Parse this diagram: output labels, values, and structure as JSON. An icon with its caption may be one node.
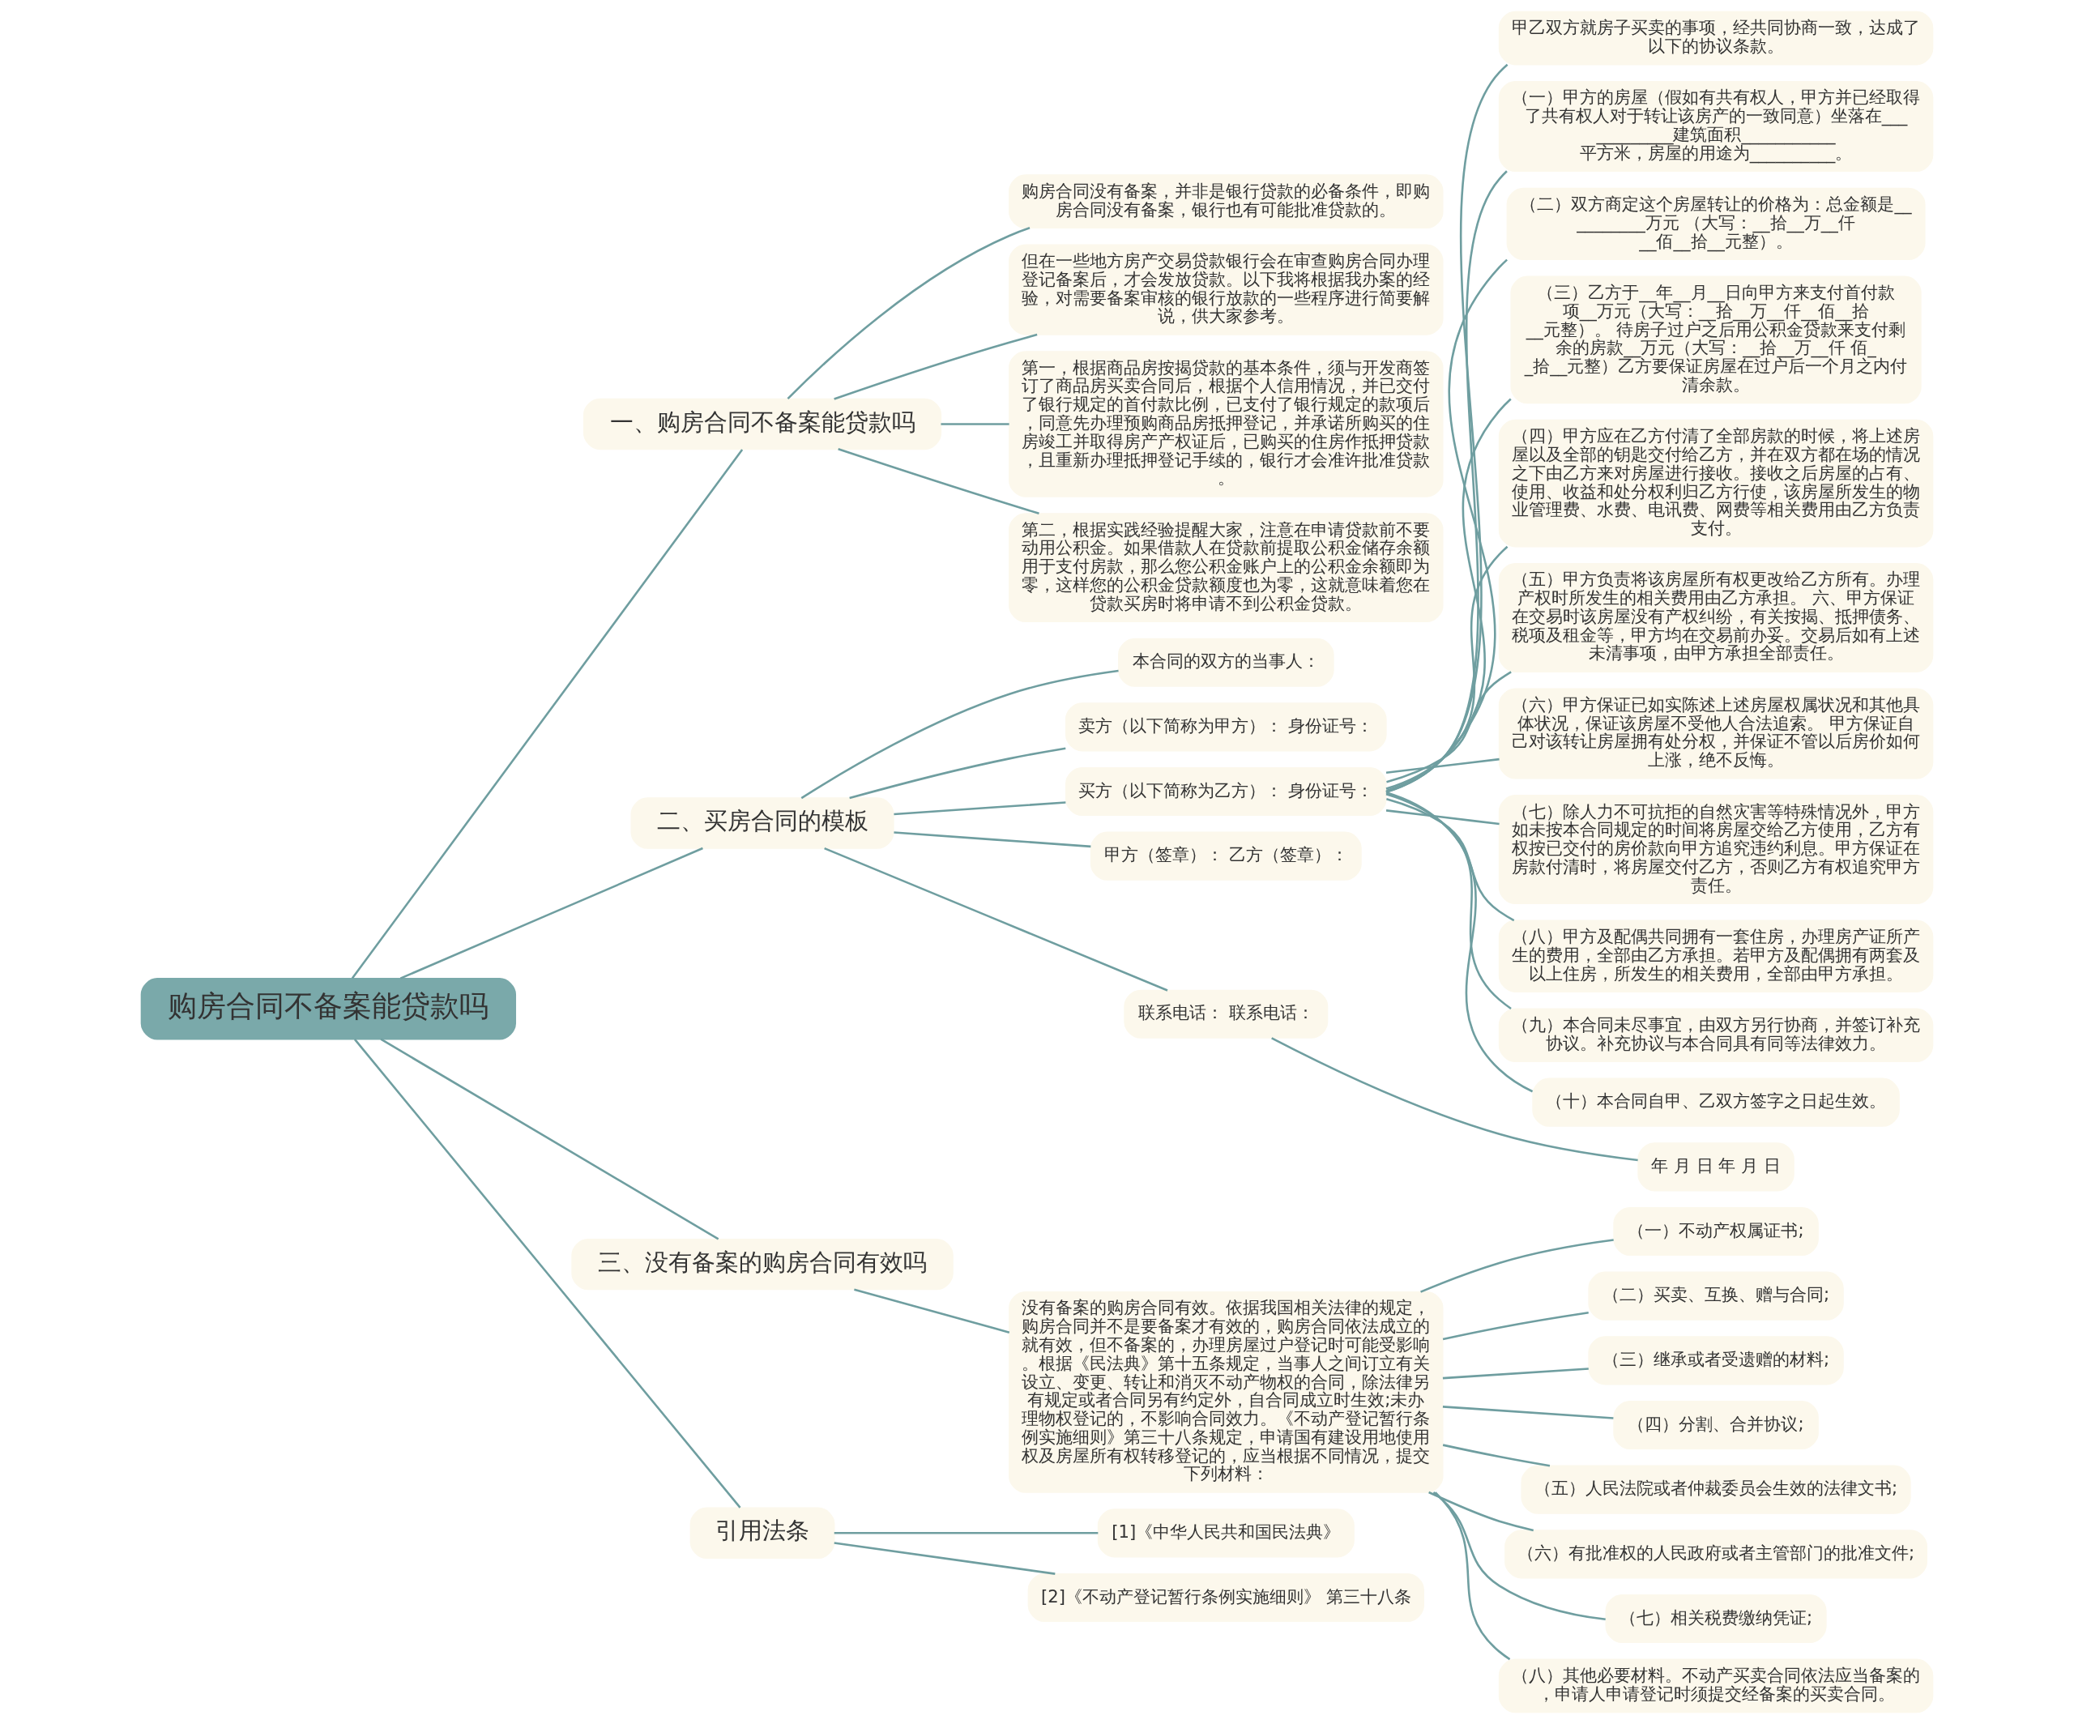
{
  "diagram": {
    "nodes": [
      {
        "text": [
          "购房合同不备案能贷款吗"
        ]
      },
      {
        "text": [
          "一、购房合同不备案能贷款吗"
        ]
      },
      {
        "text": [
          "购房合同没有备案，并非是银行贷款的必备条件，即购房合同没有备案，银行也有可能批准贷款的。"
        ]
      },
      {
        "text": [
          "但在一些地方房产交易贷款银行会在审查购房合同办理登记备案后，才会发放贷款。以下我将根据我办案的经验，对需要备案审核的银行放款的一些程序进行简要解说，供大家参考。"
        ]
      },
      {
        "text": [
          "第一，根据商品房按揭贷款的基本条件，须与开发商签订了商品房买卖合同后，根据个人信用情况，并已交付了银行规定的首付款比例，已支付了银行规定的款项后，同意先办理预购商品房抵押登记，并承诺所购买的住房竣工并取得房产产权证后，已购买的住房作抵押贷款，且重新办理抵押登记手续的，银行才会准许批准贷款。"
        ]
      },
      {
        "text": [
          "第二，根据实践经验提醒大家，注意在申请贷款前不要动用公积金。如果借款人在贷款前提取公积金储存余额用于支付房款，那么您公积金账户上的公积金余额即为零，这样您的公积金贷款额度也为零，这就意味着您在贷款买房时将申请不到公积金贷款。"
        ]
      },
      {
        "text": [
          "二、买房合同的模板"
        ]
      },
      {
        "text": [
          "本合同的双方的当事人："
        ]
      },
      {
        "text": [
          "卖方（以下简称为甲方）： 身份证号："
        ]
      },
      {
        "text": [
          "买方（以下简称为乙方）： 身份证号："
        ]
      },
      {
        "text": [
          "甲乙双方就房子买卖的事项，经共同协商一致，达成了以下的协议条款。"
        ]
      },
      {
        "text": [
          "（一）甲方的房屋（假如有共有权人，甲方并已经取得了共有权人对于转让该房产的一致同意）坐落在____________建筑面积___________平方米，房屋的用途为__________。"
        ]
      },
      {
        "text": [
          "（二）双方商定这个房屋转让的价格为：总金额是__________万元 （大写：__拾__万__仟__佰__拾__元整）。"
        ]
      },
      {
        "text": [
          "（三）乙方于__年__月__日向甲方来支付首付款项__万元（大写：__拾__万__仟__佰__拾__元整）。 待房子过户之后用公积金贷款来支付剩余的房款__万元（大写：__拾__万__仟 佰__拾__元整）乙方要保证房屋在过户后一个月之内付清余款。"
        ]
      },
      {
        "text": [
          "（四）甲方应在乙方付清了全部房款的时候，将上述房屋以及全部的钥匙交付给乙方，并在双方都在场的情况之下由乙方来对房屋进行接收。接收之后房屋的占有、使用、收益和处分权利归乙方行使，该房屋所发生的物业管理费、水费、电讯费、网费等相关费用由乙方负责支付。"
        ]
      },
      {
        "text": [
          "（五）甲方负责将该房屋所有权更改给乙方所有。办理产权时所发生的相关费用由乙方承担。 六、甲方保证在交易时该房屋没有产权纠纷，有关按揭、抵押债务、税项及租金等，甲方均在交易前办妥。交易后如有上述未清事项，由甲方承担全部责任。"
        ]
      },
      {
        "text": [
          "（六）甲方保证已如实陈述上述房屋权属状况和其他具体状况，保证该房屋不受他人合法追索。 甲方保证自己对该转让房屋拥有处分权，并保证不管以后房价如何上涨，绝不反悔。"
        ]
      },
      {
        "text": [
          "（七）除人力不可抗拒的自然灾害等特殊情况外，甲方如未按本合同规定的时间将房屋交给乙方使用，乙方有权按已交付的房价款向甲方追究违约利息。甲方保证在房款付清时，将房屋交付乙方，否则乙方有权追究甲方责任。"
        ]
      },
      {
        "text": [
          "（八）甲方及配偶共同拥有一套住房，办理房产证所产生的费用，全部由乙方承担。若甲方及配偶拥有两套及以上住房，所发生的相关费用，全部由甲方承担。"
        ]
      },
      {
        "text": [
          "（九）本合同未尽事宜，由双方另行协商，并签订补充协议。补充协议与本合同具有同等法律效力。"
        ]
      },
      {
        "text": [
          "（十）本合同自甲、乙双方签字之日起生效。"
        ]
      },
      {
        "text": [
          "甲方（签章）： 乙方（签章）："
        ]
      },
      {
        "text": [
          "联系电话： 联系电话："
        ]
      },
      {
        "text": [
          "年 月 日 年 月 日"
        ]
      },
      {
        "text": [
          "三、没有备案的购房合同有效吗"
        ]
      },
      {
        "text": [
          "没有备案的购房合同有效。依据我国相关法律的规定，购房合同并不是要备案才有效的，购房合同依法成立的就有效，但不备案的，办理房屋过户登记时可能受影响。根据《民法典》第十五条规定，当事人之间订立有关设立、变更、转让和消灭不动产物权的合同，除法律另有规定或者合同另有约定外，自合同成立时生效;未办理物权登记的，不影响合同效力。《不动产登记暂行条例实施细则》第三十八条规定，申请国有建设用地使用权及房屋所有权转移登记的，应当根据不同情况，提交下列材料："
        ]
      },
      {
        "text": [
          "（一）不动产权属证书;"
        ]
      },
      {
        "text": [
          "（二）买卖、互换、赠与合同;"
        ]
      },
      {
        "text": [
          "（三）继承或者受遗赠的材料;"
        ]
      },
      {
        "text": [
          "（四）分割、合并协议;"
        ]
      },
      {
        "text": [
          "（五）人民法院或者仲裁委员会生效的法律文书;"
        ]
      },
      {
        "text": [
          "（六）有批准权的人民政府或者主管部门的批准文件;"
        ]
      },
      {
        "text": [
          "（七）相关税费缴纳凭证;"
        ]
      },
      {
        "text": [
          "（八）其他必要材料。不动产买卖合同依法应当备案的，申请人申请登记时须提交经备案的买卖合同。"
        ]
      },
      {
        "text": [
          "引用法条"
        ]
      },
      {
        "text": [
          "[1]《中华人民共和国民法典》"
        ]
      },
      {
        "text": [
          "[2]《不动产登记暂行条例实施细则》 第三十八条"
        ]
      }
    ],
    "edges": [
      {
        "from": 0,
        "to": 1,
        "arrow": "none"
      },
      {
        "from": 1,
        "to": 2,
        "arrow": "none"
      },
      {
        "from": 1,
        "to": 3,
        "arrow": "none"
      },
      {
        "from": 1,
        "to": 4,
        "arrow": "none"
      },
      {
        "from": 1,
        "to": 5,
        "arrow": "none"
      },
      {
        "from": 0,
        "to": 6,
        "arrow": "none"
      },
      {
        "from": 6,
        "to": 7,
        "arrow": "none"
      },
      {
        "from": 6,
        "to": 8,
        "arrow": "none"
      },
      {
        "from": 6,
        "to": 9,
        "arrow": "none"
      },
      {
        "from": 9,
        "to": 10,
        "arrow": "none"
      },
      {
        "from": 9,
        "to": 11,
        "arrow": "none"
      },
      {
        "from": 9,
        "to": 12,
        "arrow": "none"
      },
      {
        "from": 9,
        "to": 13,
        "arrow": "none"
      },
      {
        "from": 9,
        "to": 14,
        "arrow": "none"
      },
      {
        "from": 9,
        "to": 15,
        "arrow": "none"
      },
      {
        "from": 9,
        "to": 16,
        "arrow": "none"
      },
      {
        "from": 9,
        "to": 17,
        "arrow": "none"
      },
      {
        "from": 9,
        "to": 18,
        "arrow": "none"
      },
      {
        "from": 9,
        "to": 19,
        "arrow": "none"
      },
      {
        "from": 9,
        "to": 20,
        "arrow": "none"
      },
      {
        "from": 6,
        "to": 21,
        "arrow": "none"
      },
      {
        "from": 6,
        "to": 22,
        "arrow": "none"
      },
      {
        "from": 22,
        "to": 23,
        "arrow": "none"
      },
      {
        "from": 0,
        "to": 24,
        "arrow": "none"
      },
      {
        "from": 24,
        "to": 25,
        "arrow": "none"
      },
      {
        "from": 25,
        "to": 26,
        "arrow": "none"
      },
      {
        "from": 25,
        "to": 27,
        "arrow": "none"
      },
      {
        "from": 25,
        "to": 28,
        "arrow": "none"
      },
      {
        "from": 25,
        "to": 29,
        "arrow": "none"
      },
      {
        "from": 25,
        "to": 30,
        "arrow": "none"
      },
      {
        "from": 25,
        "to": 31,
        "arrow": "none"
      },
      {
        "from": 25,
        "to": 32,
        "arrow": "none"
      },
      {
        "from": 25,
        "to": 33,
        "arrow": "none"
      },
      {
        "from": 0,
        "to": 34,
        "arrow": "none"
      },
      {
        "from": 34,
        "to": 35,
        "arrow": "none"
      },
      {
        "from": 34,
        "to": 36,
        "arrow": "none"
      }
    ]
  }
}
